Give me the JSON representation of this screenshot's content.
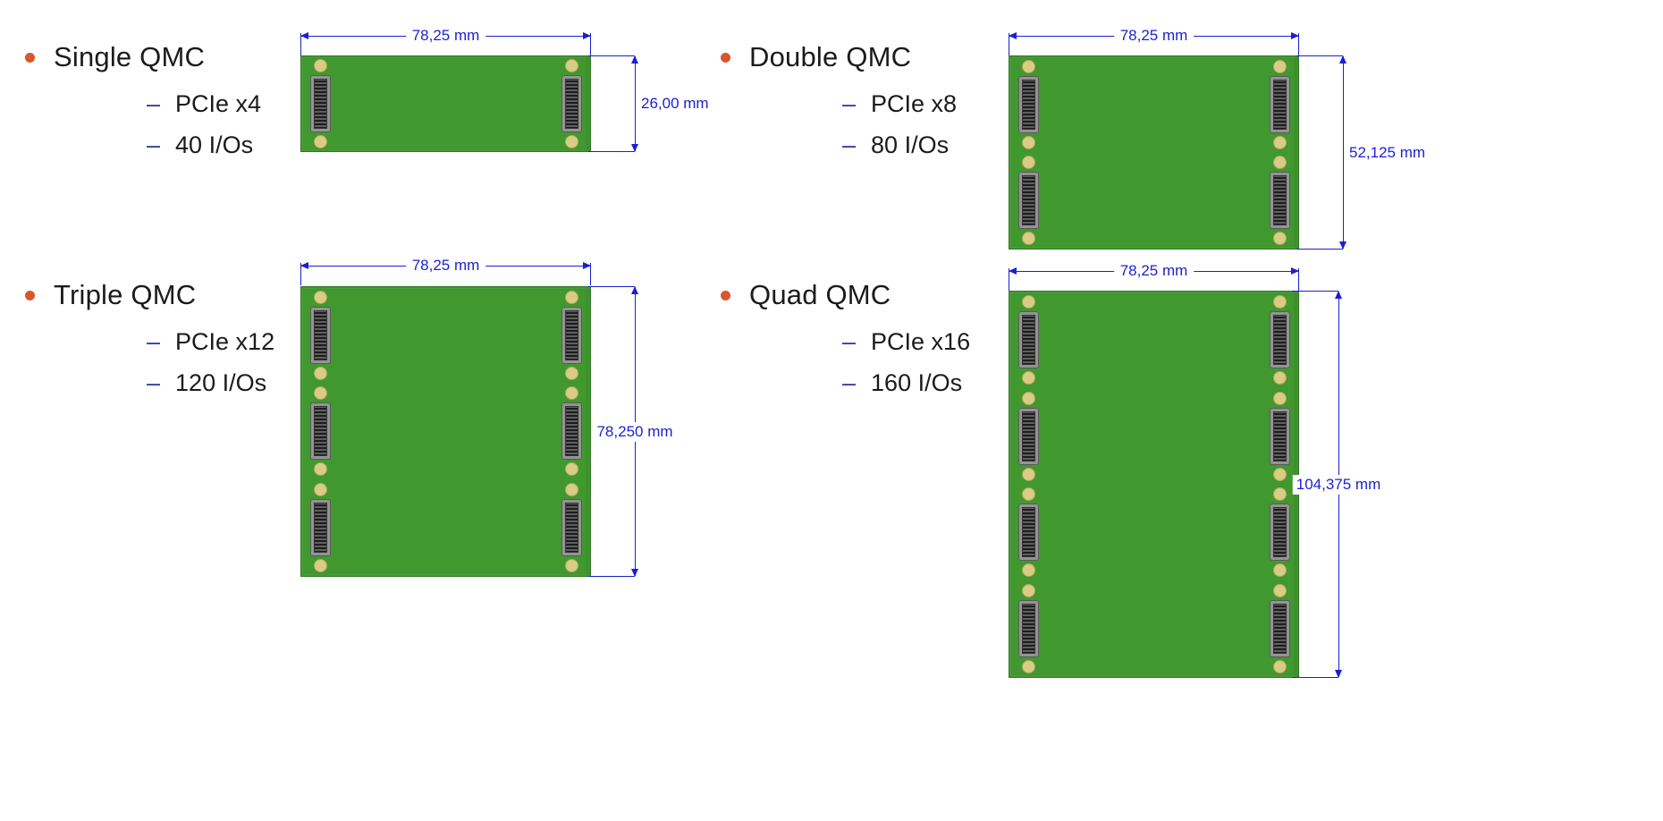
{
  "glyphs": {
    "dash": "–"
  },
  "colors": {
    "pcb_green": "#41982f",
    "dimension_blue": "#1b1fd1",
    "bullet_orange": "#d9562c",
    "dash_blue": "#2e3a9e",
    "pad_gold": "#d9cc85"
  },
  "sections": [
    {
      "title": "Single QMC",
      "bullets": [
        "PCIe x4",
        "40 I/Os"
      ],
      "board": {
        "connector_pairs": 1,
        "width_label": "78,25 mm",
        "height_label": "26,00 mm"
      }
    },
    {
      "title": "Double QMC",
      "bullets": [
        "PCIe x8",
        "80 I/Os"
      ],
      "board": {
        "connector_pairs": 2,
        "width_label": "78,25 mm",
        "height_label": "52,125 mm"
      }
    },
    {
      "title": "Triple QMC",
      "bullets": [
        "PCIe x12",
        "120 I/Os"
      ],
      "board": {
        "connector_pairs": 3,
        "width_label": "78,25 mm",
        "height_label": "78,250 mm"
      }
    },
    {
      "title": "Quad QMC",
      "bullets": [
        "PCIe x16",
        "160 I/Os"
      ],
      "board": {
        "connector_pairs": 4,
        "width_label": "78,25 mm",
        "height_label": "104,375 mm"
      }
    }
  ]
}
